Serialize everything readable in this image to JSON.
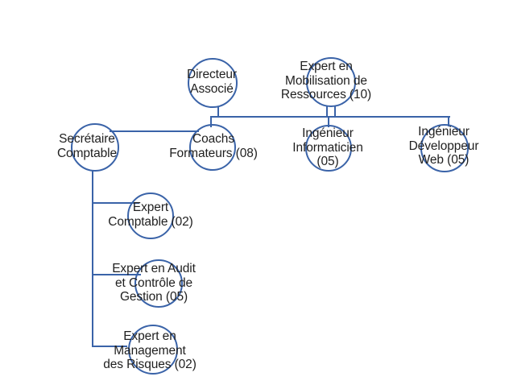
{
  "canvas": {
    "background_color": "#ffffff"
  },
  "org_chart": {
    "accent_line_color": "#3a63a8",
    "text_color": "#1f1f1f",
    "nodes": {
      "directeur_associe": {
        "label": "Directeur\nAssocié"
      },
      "expert_mobilisation": {
        "label": "Expert en\nMobilisation de\nRessources (10)",
        "headcount": 10
      },
      "secretaire_comptable": {
        "label": "Secrétaire\nComptable"
      },
      "coachs_formateurs": {
        "label": "Coachs\nFormateurs (08)",
        "headcount": 8
      },
      "ingenieur_informaticien": {
        "label": "Ingénieur\nInformaticien\n(05)",
        "headcount": 5
      },
      "ingenieur_developpeur_web": {
        "label": "Ingénieur\nDéveloppeur\nWeb (05)",
        "headcount": 5
      },
      "expert_comptable": {
        "label": "Expert\nComptable (02)",
        "headcount": 2
      },
      "expert_audit_controle": {
        "label": "Expert en Audit\net Contrôle de\nGestion (05)",
        "headcount": 5
      },
      "expert_management_risques": {
        "label": "Expert en\nManagement\ndes Risques (02)",
        "headcount": 2
      }
    },
    "relations": {
      "bus_top_nodes": [
        "directeur_associe",
        "expert_mobilisation"
      ],
      "bus_bottom_nodes": [
        "coachs_formateurs",
        "ingenieur_informaticien",
        "ingenieur_developpeur_web"
      ],
      "side_link": [
        "secretaire_comptable",
        "coachs_formateurs"
      ],
      "secretaire_children": [
        "expert_comptable",
        "expert_audit_controle",
        "expert_management_risques"
      ]
    }
  }
}
